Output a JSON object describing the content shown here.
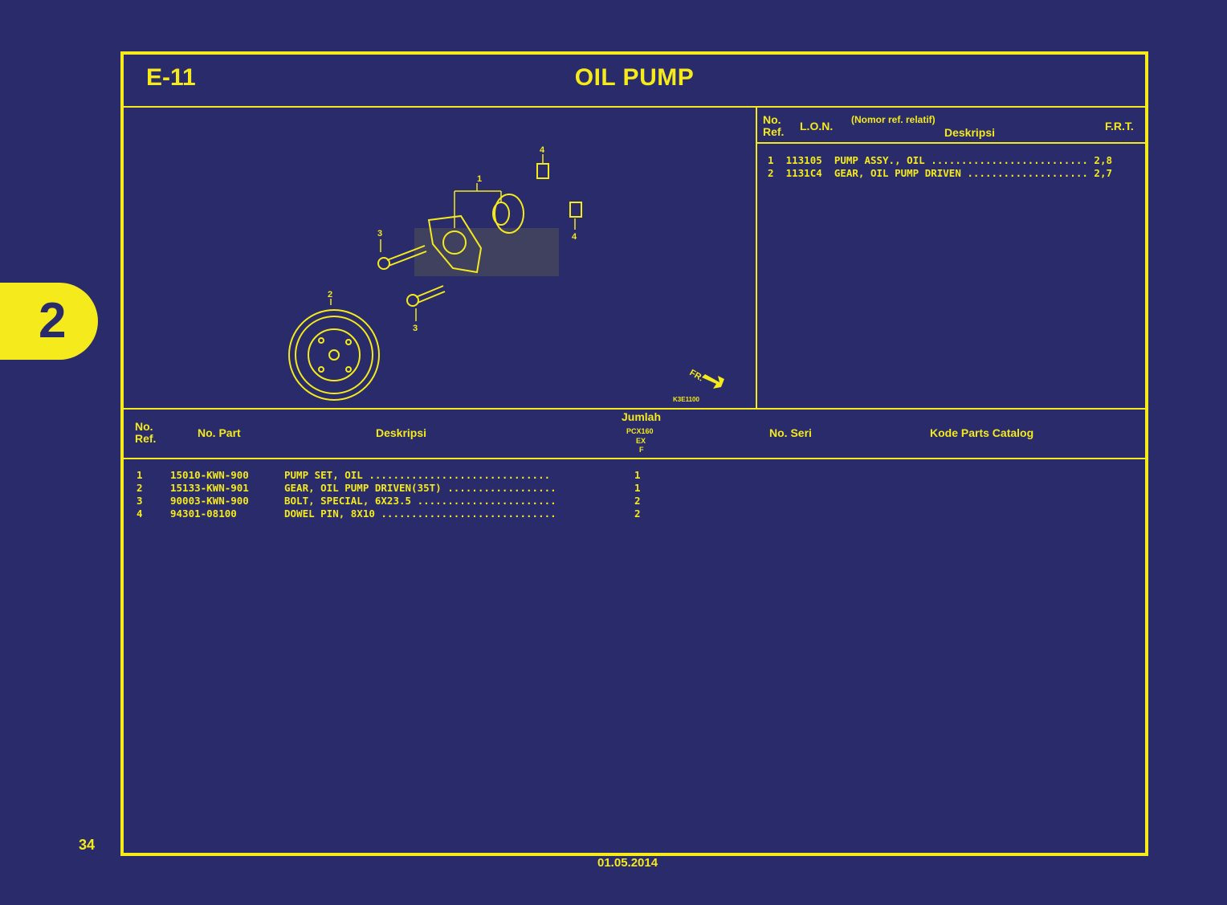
{
  "header": {
    "code": "E-11",
    "title": "OIL PUMP"
  },
  "ref_table": {
    "headers": {
      "no_ref": "No.\nRef.",
      "lon": "L.O.N.",
      "note": "(Nomor ref. relatif)",
      "desc": "Deskripsi",
      "frt": "F.R.T."
    },
    "rows": [
      {
        "no": "1",
        "lon": "113105",
        "desc": "PUMP ASSY., OIL ..........................",
        "frt": "2,8"
      },
      {
        "no": "2",
        "lon": "1131C4",
        "desc": "GEAR, OIL PUMP DRIVEN ....................",
        "frt": "2,7"
      }
    ]
  },
  "diagram": {
    "callouts": [
      "1",
      "2",
      "3",
      "3",
      "4",
      "4"
    ],
    "fr_label": "FR.",
    "figure_code": "K3E1100"
  },
  "parts_table": {
    "headers": {
      "no_ref": "No.\nRef.",
      "no_part": "No. Part",
      "desc": "Deskripsi",
      "jumlah": "Jumlah",
      "model": "PCX160",
      "sub1": "EX",
      "sub2": "F",
      "no_seri": "No. Seri",
      "kode": "Kode Parts Catalog"
    },
    "rows": [
      {
        "no": "1",
        "part": "15010-KWN-900",
        "desc": "PUMP SET, OIL ..............................",
        "qty": "1"
      },
      {
        "no": "2",
        "part": "15133-KWN-901",
        "desc": "GEAR, OIL PUMP DRIVEN(35T) ..................",
        "qty": "1"
      },
      {
        "no": "3",
        "part": "90003-KWN-900",
        "desc": "BOLT, SPECIAL, 6X23.5 .......................",
        "qty": "2"
      },
      {
        "no": "4",
        "part": "94301-08100",
        "desc": "DOWEL PIN, 8X10 .............................",
        "qty": "2"
      }
    ]
  },
  "side_tab": "2",
  "page_number": "34",
  "date": "01.05.2014",
  "colors": {
    "background": "#292b6a",
    "accent": "#f4ea1c"
  },
  "icons": [
    "arrow-icon"
  ]
}
